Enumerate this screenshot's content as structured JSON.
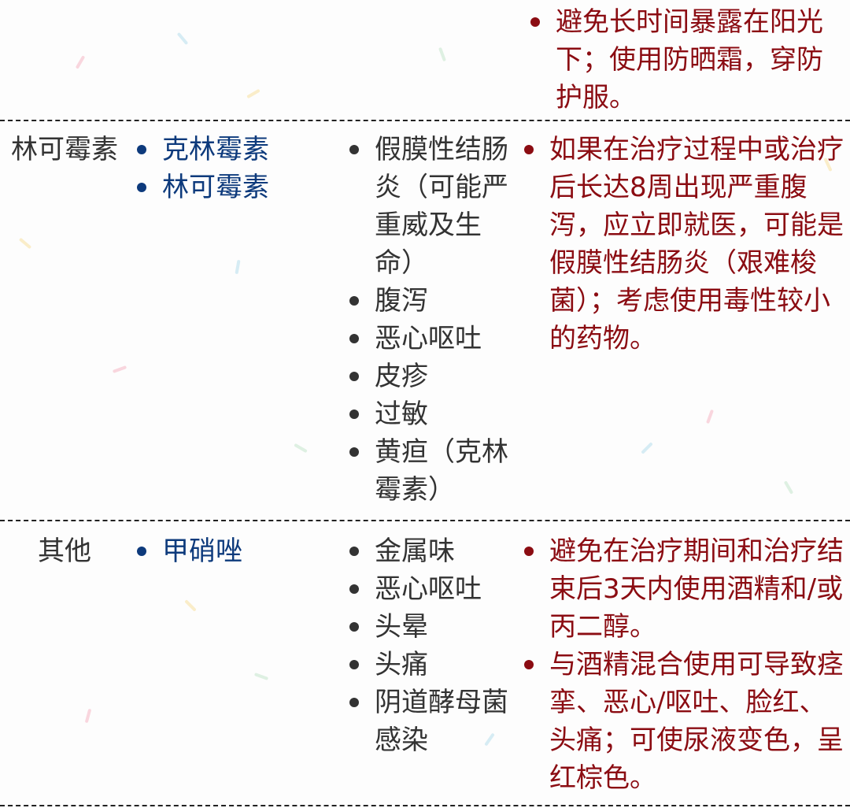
{
  "colors": {
    "class_text": "#333333",
    "drug_names": "#0d3a7c",
    "side_effects": "#333333",
    "notes": "#8b0c12",
    "divider": "#222222"
  },
  "rows": [
    {
      "drug_class": "",
      "drugs": [],
      "side_effects": [],
      "notes": [
        "避免长时间暴露在阳光下；使用防晒霜，穿防护服。"
      ]
    },
    {
      "drug_class": "林可霉素",
      "drugs": [
        "克林霉素",
        "林可霉素"
      ],
      "side_effects": [
        "假膜性结肠炎（可能严重威及生命）",
        "腹泻",
        "恶心呕吐",
        "皮疹",
        "过敏",
        "黄疸（克林霉素）"
      ],
      "notes": [
        "如果在治疗过程中或治疗后长达8周出现严重腹泻，应立即就医，可能是假膜性结肠炎（艰难梭菌）；考虑使用毒性较小的药物。"
      ]
    },
    {
      "drug_class": "其他",
      "drugs": [
        "甲硝唑"
      ],
      "side_effects": [
        "金属味",
        "恶心呕吐",
        "头晕",
        "头痛",
        "阴道酵母菌感染"
      ],
      "notes": [
        "避免在治疗期间和治疗结束后3天内使用酒精和/或丙二醇。",
        "与酒精混合使用可导致痉挛、恶心/呕吐、脸红、头痛；可使尿液变色，呈红棕色。"
      ]
    }
  ]
}
